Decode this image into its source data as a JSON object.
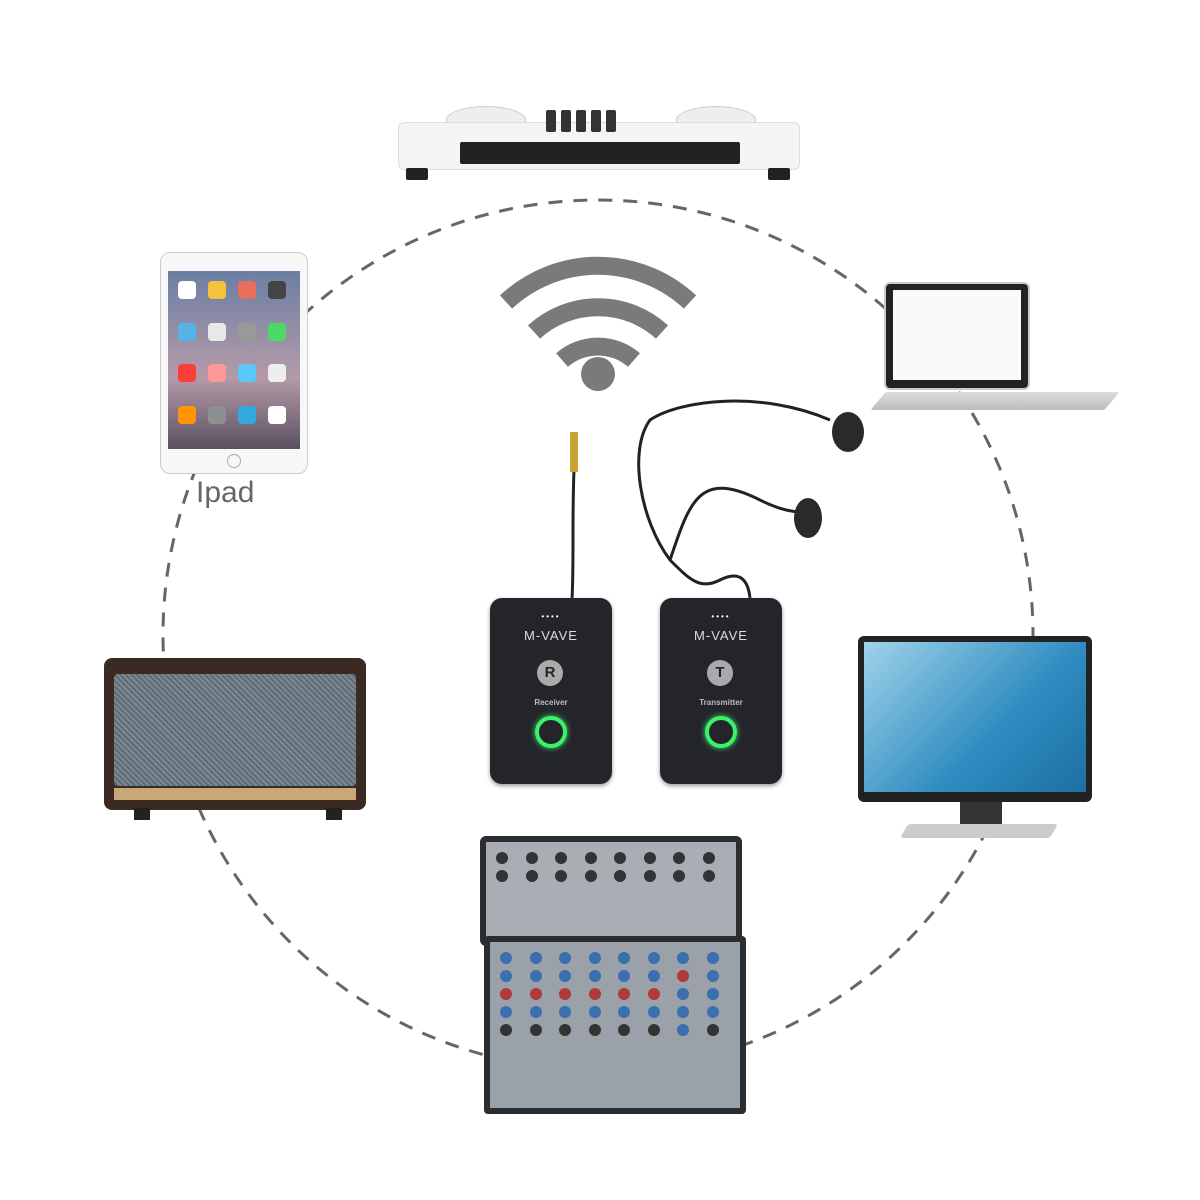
{
  "labels": {
    "ipad": "Ipad"
  },
  "receiver": {
    "brand": "M-VAVE",
    "indicator": "••••",
    "logo_letter": "R",
    "name": "Receiver"
  },
  "transmitter": {
    "brand": "M-VAVE",
    "indicator": "••••",
    "logo_letter": "T",
    "name": "Transmitter"
  },
  "colors": {
    "ring": "#555555",
    "wifi": "#7a7a7a",
    "led": "#3cf26a",
    "device_body": "#23252b"
  },
  "icons": {
    "center": "wifi-icon"
  }
}
